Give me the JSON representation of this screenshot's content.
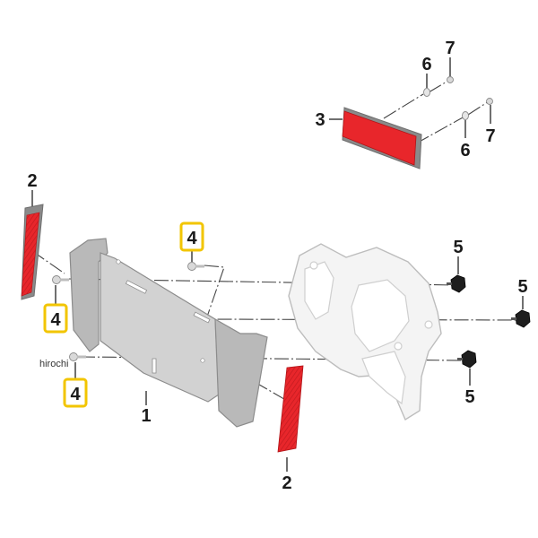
{
  "diagram": {
    "watermark": "hirochi",
    "colors": {
      "reflector_red": "#e8262b",
      "reflector_frame": "#8a8a8a",
      "highlight_box": "#f2c500",
      "plate_gray": "#d2d2d2",
      "bracket_white": "#f4f4f4",
      "nut_black": "#1e1e1e"
    },
    "callouts": [
      {
        "id": "plate-holder",
        "label": "1",
        "highlighted": false
      },
      {
        "id": "side-reflector-left",
        "label": "2",
        "highlighted": false
      },
      {
        "id": "side-reflector-right",
        "label": "2",
        "highlighted": false
      },
      {
        "id": "rear-reflector",
        "label": "3",
        "highlighted": false
      },
      {
        "id": "screw-top",
        "label": "4",
        "highlighted": true
      },
      {
        "id": "screw-middle",
        "label": "4",
        "highlighted": true
      },
      {
        "id": "screw-bottom",
        "label": "4",
        "highlighted": true
      },
      {
        "id": "nut-top",
        "label": "5",
        "highlighted": false
      },
      {
        "id": "nut-right",
        "label": "5",
        "highlighted": false
      },
      {
        "id": "nut-bottom",
        "label": "5",
        "highlighted": false
      },
      {
        "id": "washer-upper",
        "label": "6",
        "highlighted": false
      },
      {
        "id": "washer-lower",
        "label": "6",
        "highlighted": false
      },
      {
        "id": "nut-small-upper",
        "label": "7",
        "highlighted": false
      },
      {
        "id": "nut-small-lower",
        "label": "7",
        "highlighted": false
      }
    ]
  }
}
